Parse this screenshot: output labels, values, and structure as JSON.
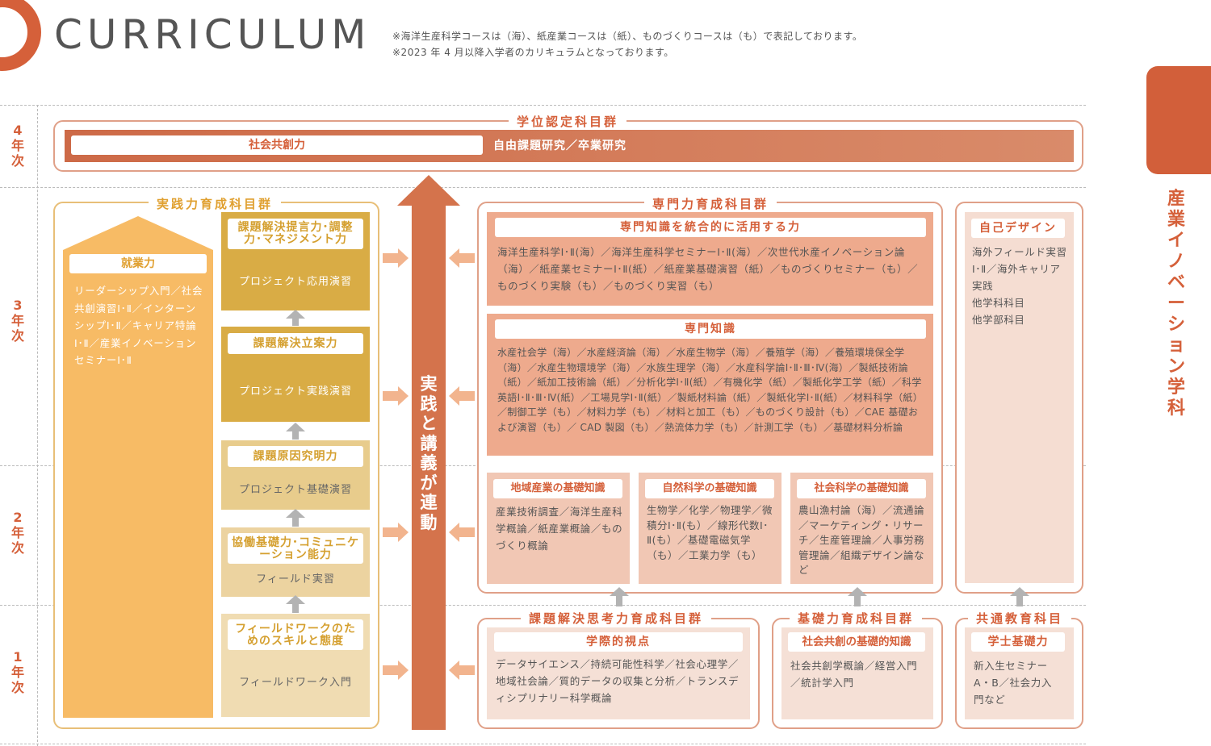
{
  "title": "CURRICULUM",
  "notes": [
    "※海洋生産科学コースは（海）、紙産業コースは（紙）、ものづくりコースは（も）で表記しております。",
    "※2023 年 4 月以降入学者のカリキュラムとなっております。"
  ],
  "department": "産業イノベーション学科",
  "years": {
    "y4": "4年次",
    "y3": "3年次",
    "y2": "2年次",
    "y1": "1年次"
  },
  "degree_group": {
    "title": "学位認定科目群",
    "left": "社会共創力",
    "right": "自由課題研究／卒業研究"
  },
  "center_arrow": "実践と講義が連動",
  "practice_group": {
    "title": "実践力育成科目群",
    "employability": {
      "title": "就業力",
      "text": "リーダーシップ入門／社会共創演習Ⅰ･Ⅱ／インターンシップⅠ･Ⅱ／キャリア特論Ⅰ･Ⅱ／産業イノベーションセミナーⅠ･Ⅱ"
    },
    "stages": [
      {
        "title": "課題解決提言力･調整力･マネジメント力",
        "course": "プロジェクト応用演習"
      },
      {
        "title": "課題解決立案力",
        "course": "プロジェクト実践演習"
      },
      {
        "title": "課題原因究明力",
        "course": "プロジェクト基礎演習"
      },
      {
        "title": "協働基礎力･コミュニケーション能力",
        "course": "フィールド実習"
      },
      {
        "title": "フィールドワークのためのスキルと態度",
        "course": "フィールドワーク入門"
      }
    ]
  },
  "specialty_group": {
    "title": "専門力育成科目群",
    "integrated": {
      "title": "専門知識を統合的に活用する力",
      "text": "海洋生産科学Ⅰ･Ⅱ(海）／海洋生産科学セミナーⅠ･Ⅱ(海）／次世代水産イノベーション論（海）／紙産業セミナーⅠ･Ⅱ(紙）／紙産業基礎演習（紙）／ものづくりセミナー（も）／ものづくり実験（も）／ものづくり実習（も）"
    },
    "knowledge": {
      "title": "専門知識",
      "text": "水産社会学（海）／水産経済論（海）／水産生物学（海）／養殖学（海）／養殖環境保全学（海）／水産生物環境学（海）／水族生理学（海）／水産科学論Ⅰ･Ⅱ･Ⅲ･Ⅳ(海）／製紙技術論（紙）／紙加工技術論（紙）／分析化学Ⅰ･Ⅱ(紙）／有機化学（紙）／製紙化学工学（紙）／科学英語Ⅰ･Ⅱ･Ⅲ･Ⅳ(紙）／工場見学Ⅰ･Ⅱ(紙）／製紙材料論（紙）／製紙化学Ⅰ･Ⅱ(紙）／材料科学（紙）／制御工学（も）／材料力学（も）／材料と加工（も）／ものづくり設計（も）／CAE 基礎および演習（も）／ CAD 製図（も）／熱流体力学（も）／計測工学（も）／基礎材料分析論"
    },
    "basics": [
      {
        "title": "地域産業の基礎知識",
        "text": "産業技術調査／海洋生産科学概論／紙産業概論／ものづくり概論"
      },
      {
        "title": "自然科学の基礎知識",
        "text": "生物学／化学／物理学／微積分Ⅰ･Ⅱ(も）／線形代数Ⅰ･Ⅱ(も）／基礎電磁気学（も）／工業力学（も）"
      },
      {
        "title": "社会科学の基礎知識",
        "text": "農山漁村論（海）／流通論／マーケティング・リサーチ／生産管理論／人事労務管理論／組織デザイン論など"
      }
    ]
  },
  "self_design": {
    "title": "自己デザイン",
    "text": "海外フィールド実習Ⅰ･Ⅱ／海外キャリア実践\n他学科科目\n他学部科目"
  },
  "problem_solving_group": {
    "title": "課題解決思考力育成科目群",
    "box_title": "学際的視点",
    "text": "データサイエンス／持続可能性科学／社会心理学／地域社会論／質的データの収集と分析／トランスディシプリナリー科学概論"
  },
  "basic_group": {
    "title": "基礎力育成科目群",
    "box_title": "社会共創の基礎的知識",
    "text": "社会共創学概論／経営入門／統計学入門"
  },
  "common_group": {
    "title": "共通教育科目",
    "box_title": "学士基礎力",
    "text": "新入生セミナーA・B／社会力入門など"
  },
  "colors": {
    "accent": "#d5603a",
    "gold": "#d9ac45",
    "light_orange": "#f7b869",
    "salmon": "#e8a385"
  }
}
